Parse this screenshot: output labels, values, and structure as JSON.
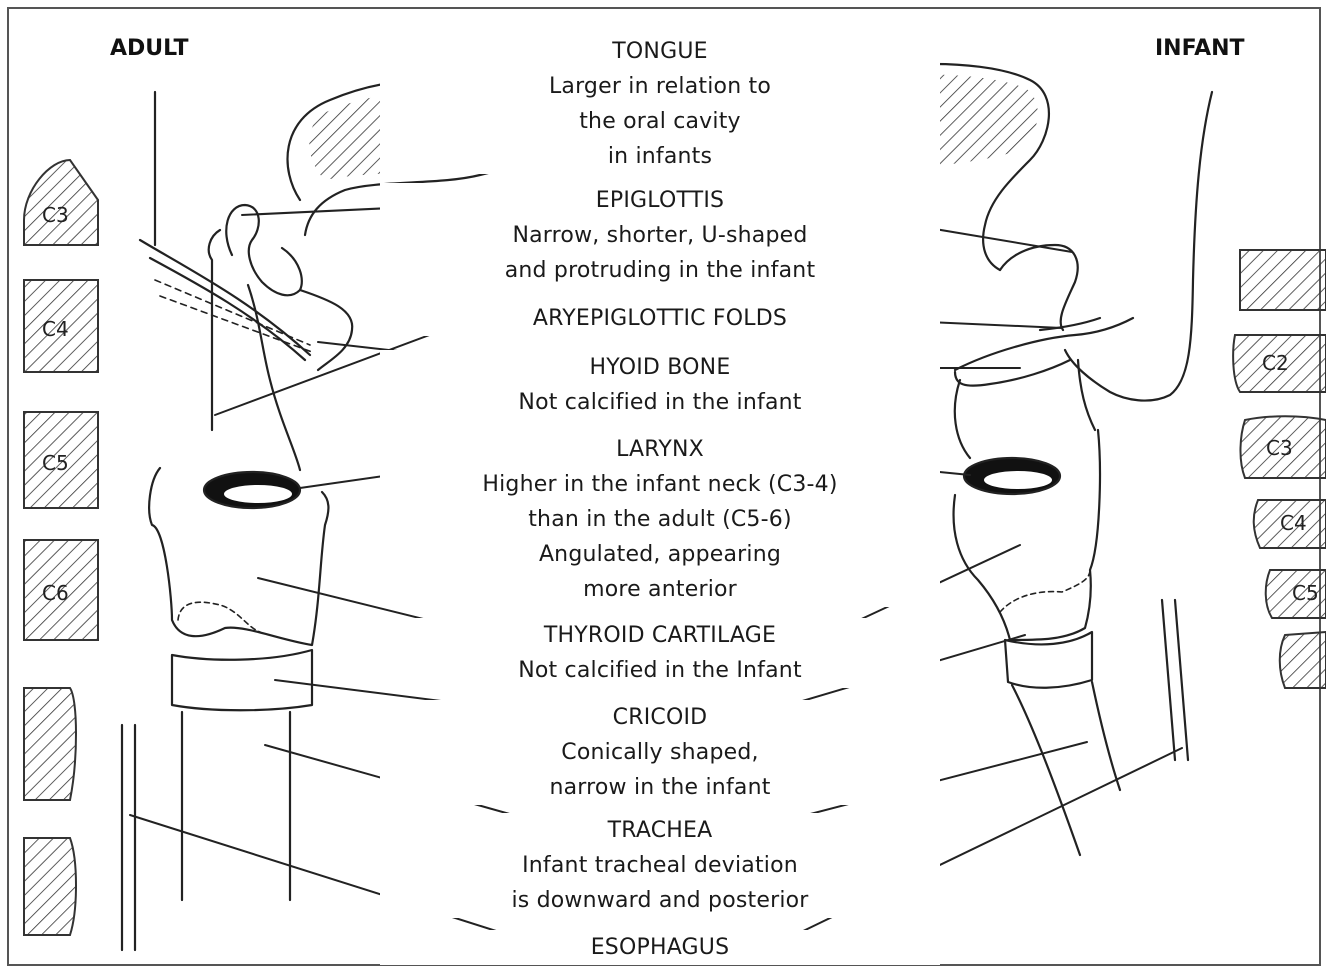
{
  "sides": {
    "left": "ADULT",
    "right": "INFANT"
  },
  "labels": [
    {
      "id": "tongue",
      "title": "TONGUE",
      "desc": [
        "Larger in relation to",
        "the oral cavity",
        "in infants"
      ]
    },
    {
      "id": "epiglottis",
      "title": "EPIGLOTTIS",
      "desc": [
        "Narrow, shorter, U-shaped",
        "and protruding in the infant"
      ]
    },
    {
      "id": "aryepiglottic",
      "title": "ARYEPIGLOTTIC FOLDS",
      "desc": []
    },
    {
      "id": "hyoid",
      "title": "HYOID BONE",
      "desc": [
        "Not calcified in the infant"
      ]
    },
    {
      "id": "larynx",
      "title": "LARYNX",
      "desc": [
        "Higher in the infant neck (C3-4)",
        "than in the adult (C5-6)",
        "Angulated, appearing",
        "more anterior"
      ]
    },
    {
      "id": "thyroid",
      "title": "THYROID CARTILAGE",
      "desc": [
        "Not calcified in the Infant"
      ]
    },
    {
      "id": "cricoid",
      "title": "CRICOID",
      "desc": [
        "Conically shaped,",
        "narrow in the infant"
      ]
    },
    {
      "id": "trachea",
      "title": "TRACHEA",
      "desc": [
        "Infant tracheal deviation",
        "is downward and posterior"
      ]
    },
    {
      "id": "esophagus",
      "title": "ESOPHAGUS",
      "desc": []
    }
  ],
  "vertebrae": {
    "adult": [
      "C3",
      "C4",
      "C5",
      "C6",
      "",
      ""
    ],
    "infant": [
      "",
      "C2",
      "C3",
      "C4",
      "C5",
      ""
    ]
  }
}
